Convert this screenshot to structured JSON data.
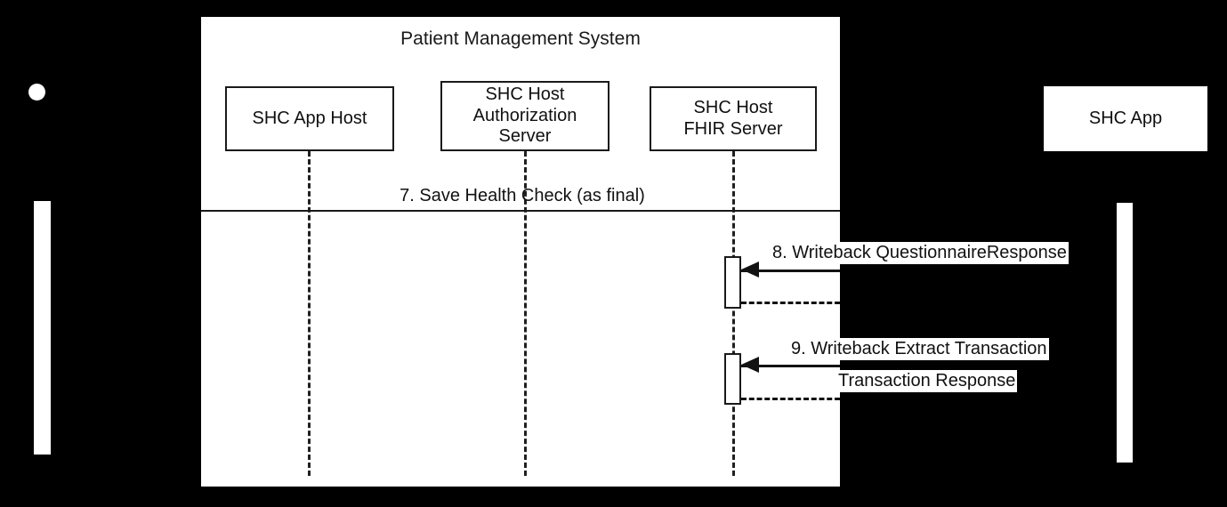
{
  "diagram": {
    "type": "uml-sequence-diagram",
    "background_color": "#000000",
    "panel_color": "#ffffff",
    "line_color": "#1a1a1a"
  },
  "system_frame": {
    "title": "Patient Management System"
  },
  "participants": [
    {
      "id": "shc-app-host",
      "label": "SHC App Host"
    },
    {
      "id": "shc-host-authorization-server",
      "label": "SHC Host\nAuthorization\nServer",
      "line1": "SHC Host",
      "line2": "Authorization",
      "line3": "Server"
    },
    {
      "id": "shc-host-fhir-server",
      "label": "SHC Host\nFHIR Server",
      "line1": "SHC Host",
      "line2": "FHIR Server"
    },
    {
      "id": "shc-app",
      "label": "SHC App"
    }
  ],
  "messages": [
    {
      "id": "msg-7",
      "number": "7",
      "label": "7. Save Health Check (as final)",
      "style": "solid",
      "direction": "centered"
    },
    {
      "id": "msg-8",
      "number": "8",
      "label": "8. Writeback QuestionnaireResponse",
      "style": "solid",
      "direction": "right-to-left"
    },
    {
      "id": "msg-8-return",
      "label": "",
      "style": "dashed",
      "direction": "left-to-right"
    },
    {
      "id": "msg-9",
      "number": "9",
      "label": "9. Writeback Extract Transaction",
      "style": "solid",
      "direction": "right-to-left"
    },
    {
      "id": "msg-9-return",
      "label": "Transaction Response",
      "style": "dashed",
      "direction": "left-to-right"
    }
  ]
}
